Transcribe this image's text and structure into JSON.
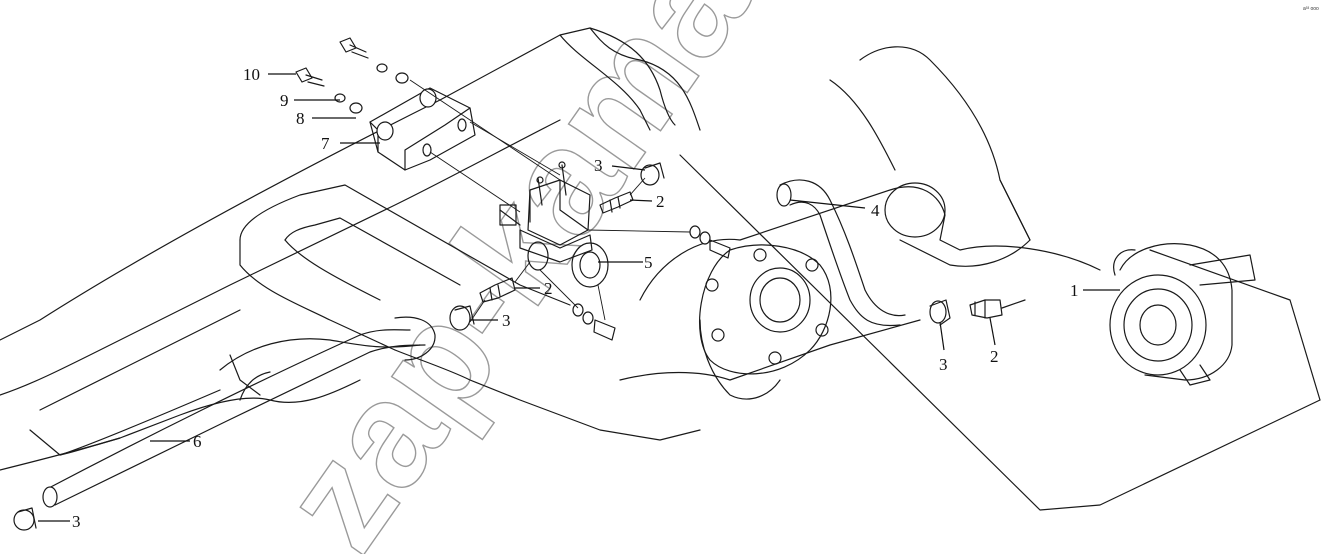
{
  "watermark": "zap-kamaz.ru",
  "corner_mark": "a³³ ooo",
  "callouts": {
    "c1": "1",
    "c2a": "2",
    "c2b": "2",
    "c2c": "2",
    "c3a": "3",
    "c3b": "3",
    "c3c": "3",
    "c3d": "3",
    "c4": "4",
    "c5": "5",
    "c6": "6",
    "c7": "7",
    "c8": "8",
    "c9": "9",
    "c10": "10"
  },
  "colors": {
    "line": "#1a1a1a",
    "watermark": "#9a9a9a",
    "background": "#ffffff"
  }
}
